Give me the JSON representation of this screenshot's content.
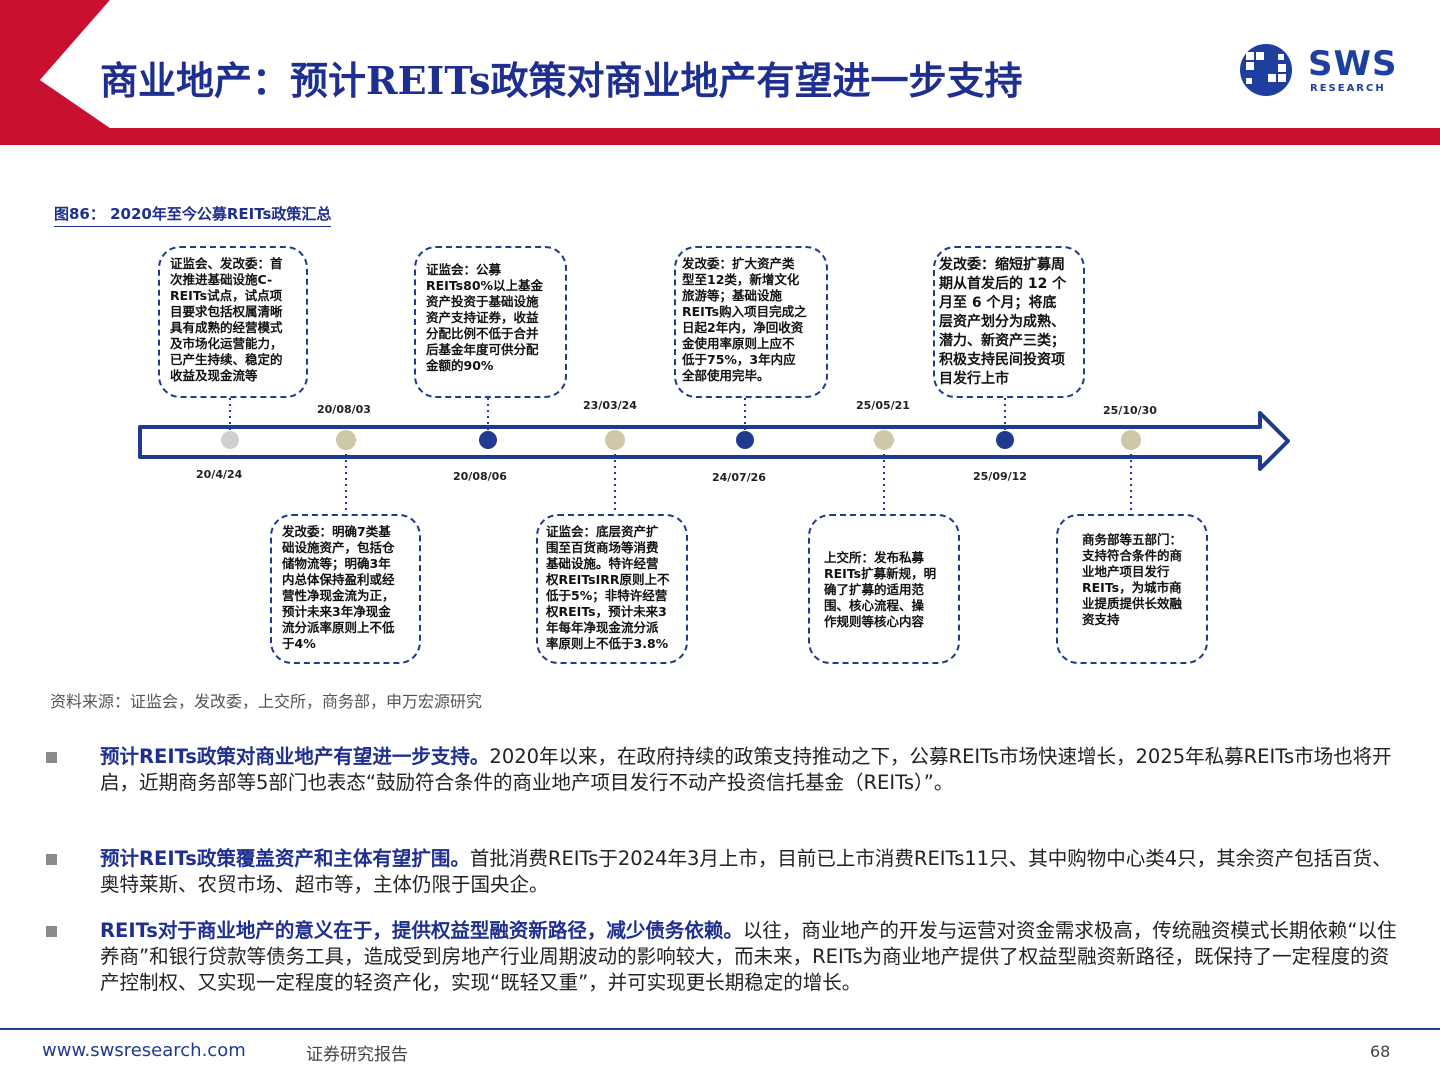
{
  "header": {
    "title": "商业地产：预计REITs政策对商业地产有望进一步支持",
    "logo_text": "SWS",
    "logo_sub": "RESEARCH"
  },
  "figure": {
    "caption": "图86： 2020年至今公募REITs政策汇总",
    "dates_top": [
      "20/08/03",
      "23/03/24",
      "25/05/21",
      "25/10/30"
    ],
    "dates_bottom": [
      "20/4/24",
      "20/08/06",
      "24/07/26",
      "25/09/12"
    ],
    "events_top": [
      [
        "证监会、发改委：首",
        "次推进基础设施C-",
        "REITs试点，试点项",
        "目要求包括权属清晰",
        "具有成熟的经营模式",
        "及市场化运营能力，",
        "已产生持续、稳定的",
        "收益及现金流等"
      ],
      [
        "证监会：公募",
        "REITs80%以上基金",
        "资产投资于基础设施",
        "资产支持证券，收益",
        "分配比例不低于合并",
        "后基金年度可供分配",
        "金额的90%"
      ],
      [
        "发改委：扩大资产类",
        "型至12类，新增文化",
        "旅游等；基础设施",
        "REITs购入项目完成之",
        "日起2年内，净回收资",
        "金使用率原则上应不",
        "低于75%，3年内应",
        "全部使用完毕。"
      ],
      [
        "发改委：缩短扩募周",
        "期从首发后的 12 个",
        "月至 6 个月；将底",
        "层资产划分为成熟、",
        "潜力、新资产三类；",
        "积极支持民间投资项",
        "目发行上市"
      ]
    ],
    "events_bottom": [
      [
        "发改委：明确7类基",
        "础设施资产，包括仓",
        "储物流等；明确3年",
        "内总体保持盈利或经",
        "营性净现金流为正，",
        "预计未来3年净现金",
        "流分派率原则上不低",
        "于4%"
      ],
      [
        "证监会：底层资产扩",
        "围至百货商场等消费",
        "基础设施。特许经营",
        "权REITsIRR原则上不",
        "低于5%；非特许经营",
        "权REITs，预计未来3",
        "年每年净现金流分派",
        "率原则上不低于3.8%"
      ],
      [
        "上交所：发布私募",
        "REITs扩募新规，明",
        "确了扩募的适用范",
        "围、核心流程、操",
        "作规则等核心内容"
      ],
      [
        "商务部等五部门：",
        "支持符合条件的商",
        "业地产项目发行",
        "REITs，为城市商",
        "业提质提供长效融",
        "资支持"
      ]
    ],
    "source": "资料来源：证监会，发改委，上交所，商务部，申万宏源研究"
  },
  "bullets": [
    {
      "bold": "预计REITs政策对商业地产有望进一步支持。",
      "text": "2020年以来，在政府持续的政策支持推动之下，公募REITs市场快速增长，2025年私募REITs市场也将开启，近期商务部等5部门也表态“鼓励符合条件的商业地产项目发行不动产投资信托基金（REITs）”。"
    },
    {
      "bold": "预计REITs政策覆盖资产和主体有望扩围。",
      "text": "首批消费REITs于2024年3月上市，目前已上市消费REITs11只、其中购物中心类4只，其余资产包括百货、奥特莱斯、农贸市场、超市等，主体仍限于国央企。"
    },
    {
      "bold": "REITs对于商业地产的意义在于，提供权益型融资新路径，减少债务依赖。",
      "text": "以往，商业地产的开发与运营对资金需求极高，传统融资模式长期依赖“以住养商”和银行贷款等债务工具，造成受到房地产行业周期波动的影响较大，而未来，REITs为商业地产提供了权益型融资新路径，既保持了一定程度的资产控制权、又实现一定程度的轻资产化，实现“既轻又重”，并可实现更长期稳定的增长。"
    }
  ],
  "footer": {
    "url": "www.swsresearch.com",
    "report": "证券研究报告",
    "page": "68"
  },
  "colors": {
    "brand_blue": "#1f3a8f",
    "brand_red": "#c8102e",
    "dot_gold": "#cfc8a8",
    "dot_navy": "#1f3a8f"
  }
}
